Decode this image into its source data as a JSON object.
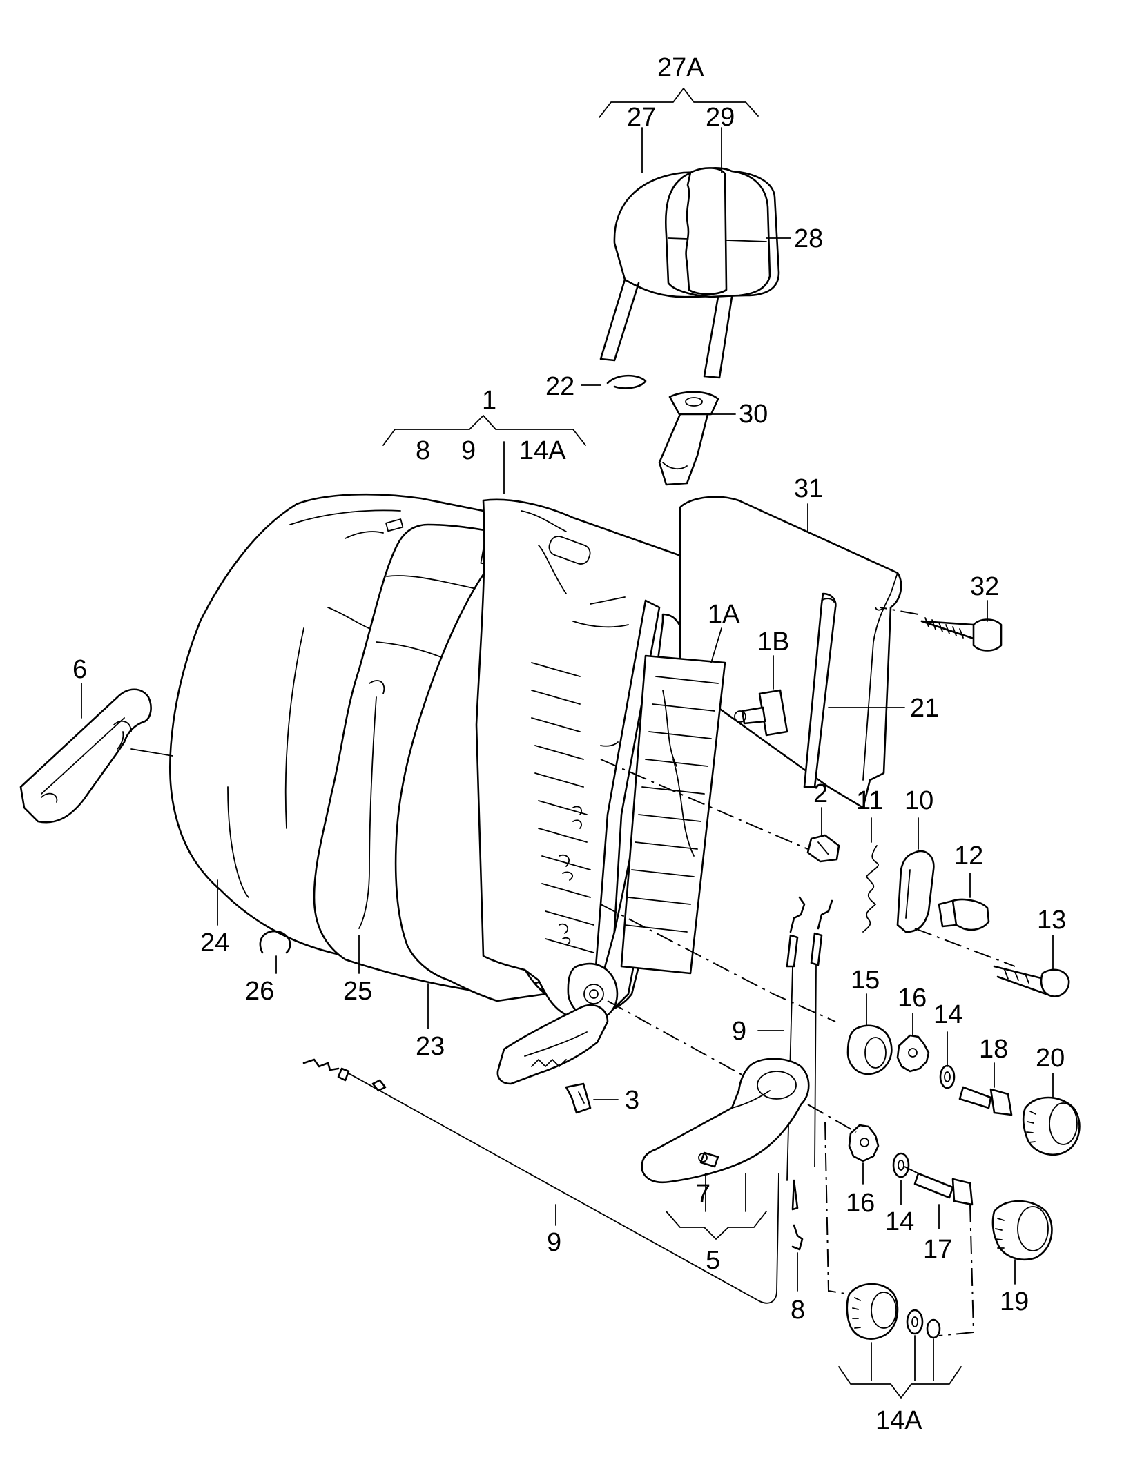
{
  "callouts": [
    "27A",
    "27",
    "29",
    "28",
    "22",
    "30",
    "1",
    "8",
    "9",
    "14A",
    "31",
    "32",
    "1A",
    "1B",
    "21",
    "6",
    "2",
    "11",
    "10",
    "12",
    "13",
    "24",
    "26",
    "25",
    "23",
    "15",
    "16",
    "14",
    "18",
    "20",
    "9",
    "3",
    "7",
    "5",
    "9",
    "16",
    "14",
    "17",
    "19",
    "8",
    "14A"
  ]
}
